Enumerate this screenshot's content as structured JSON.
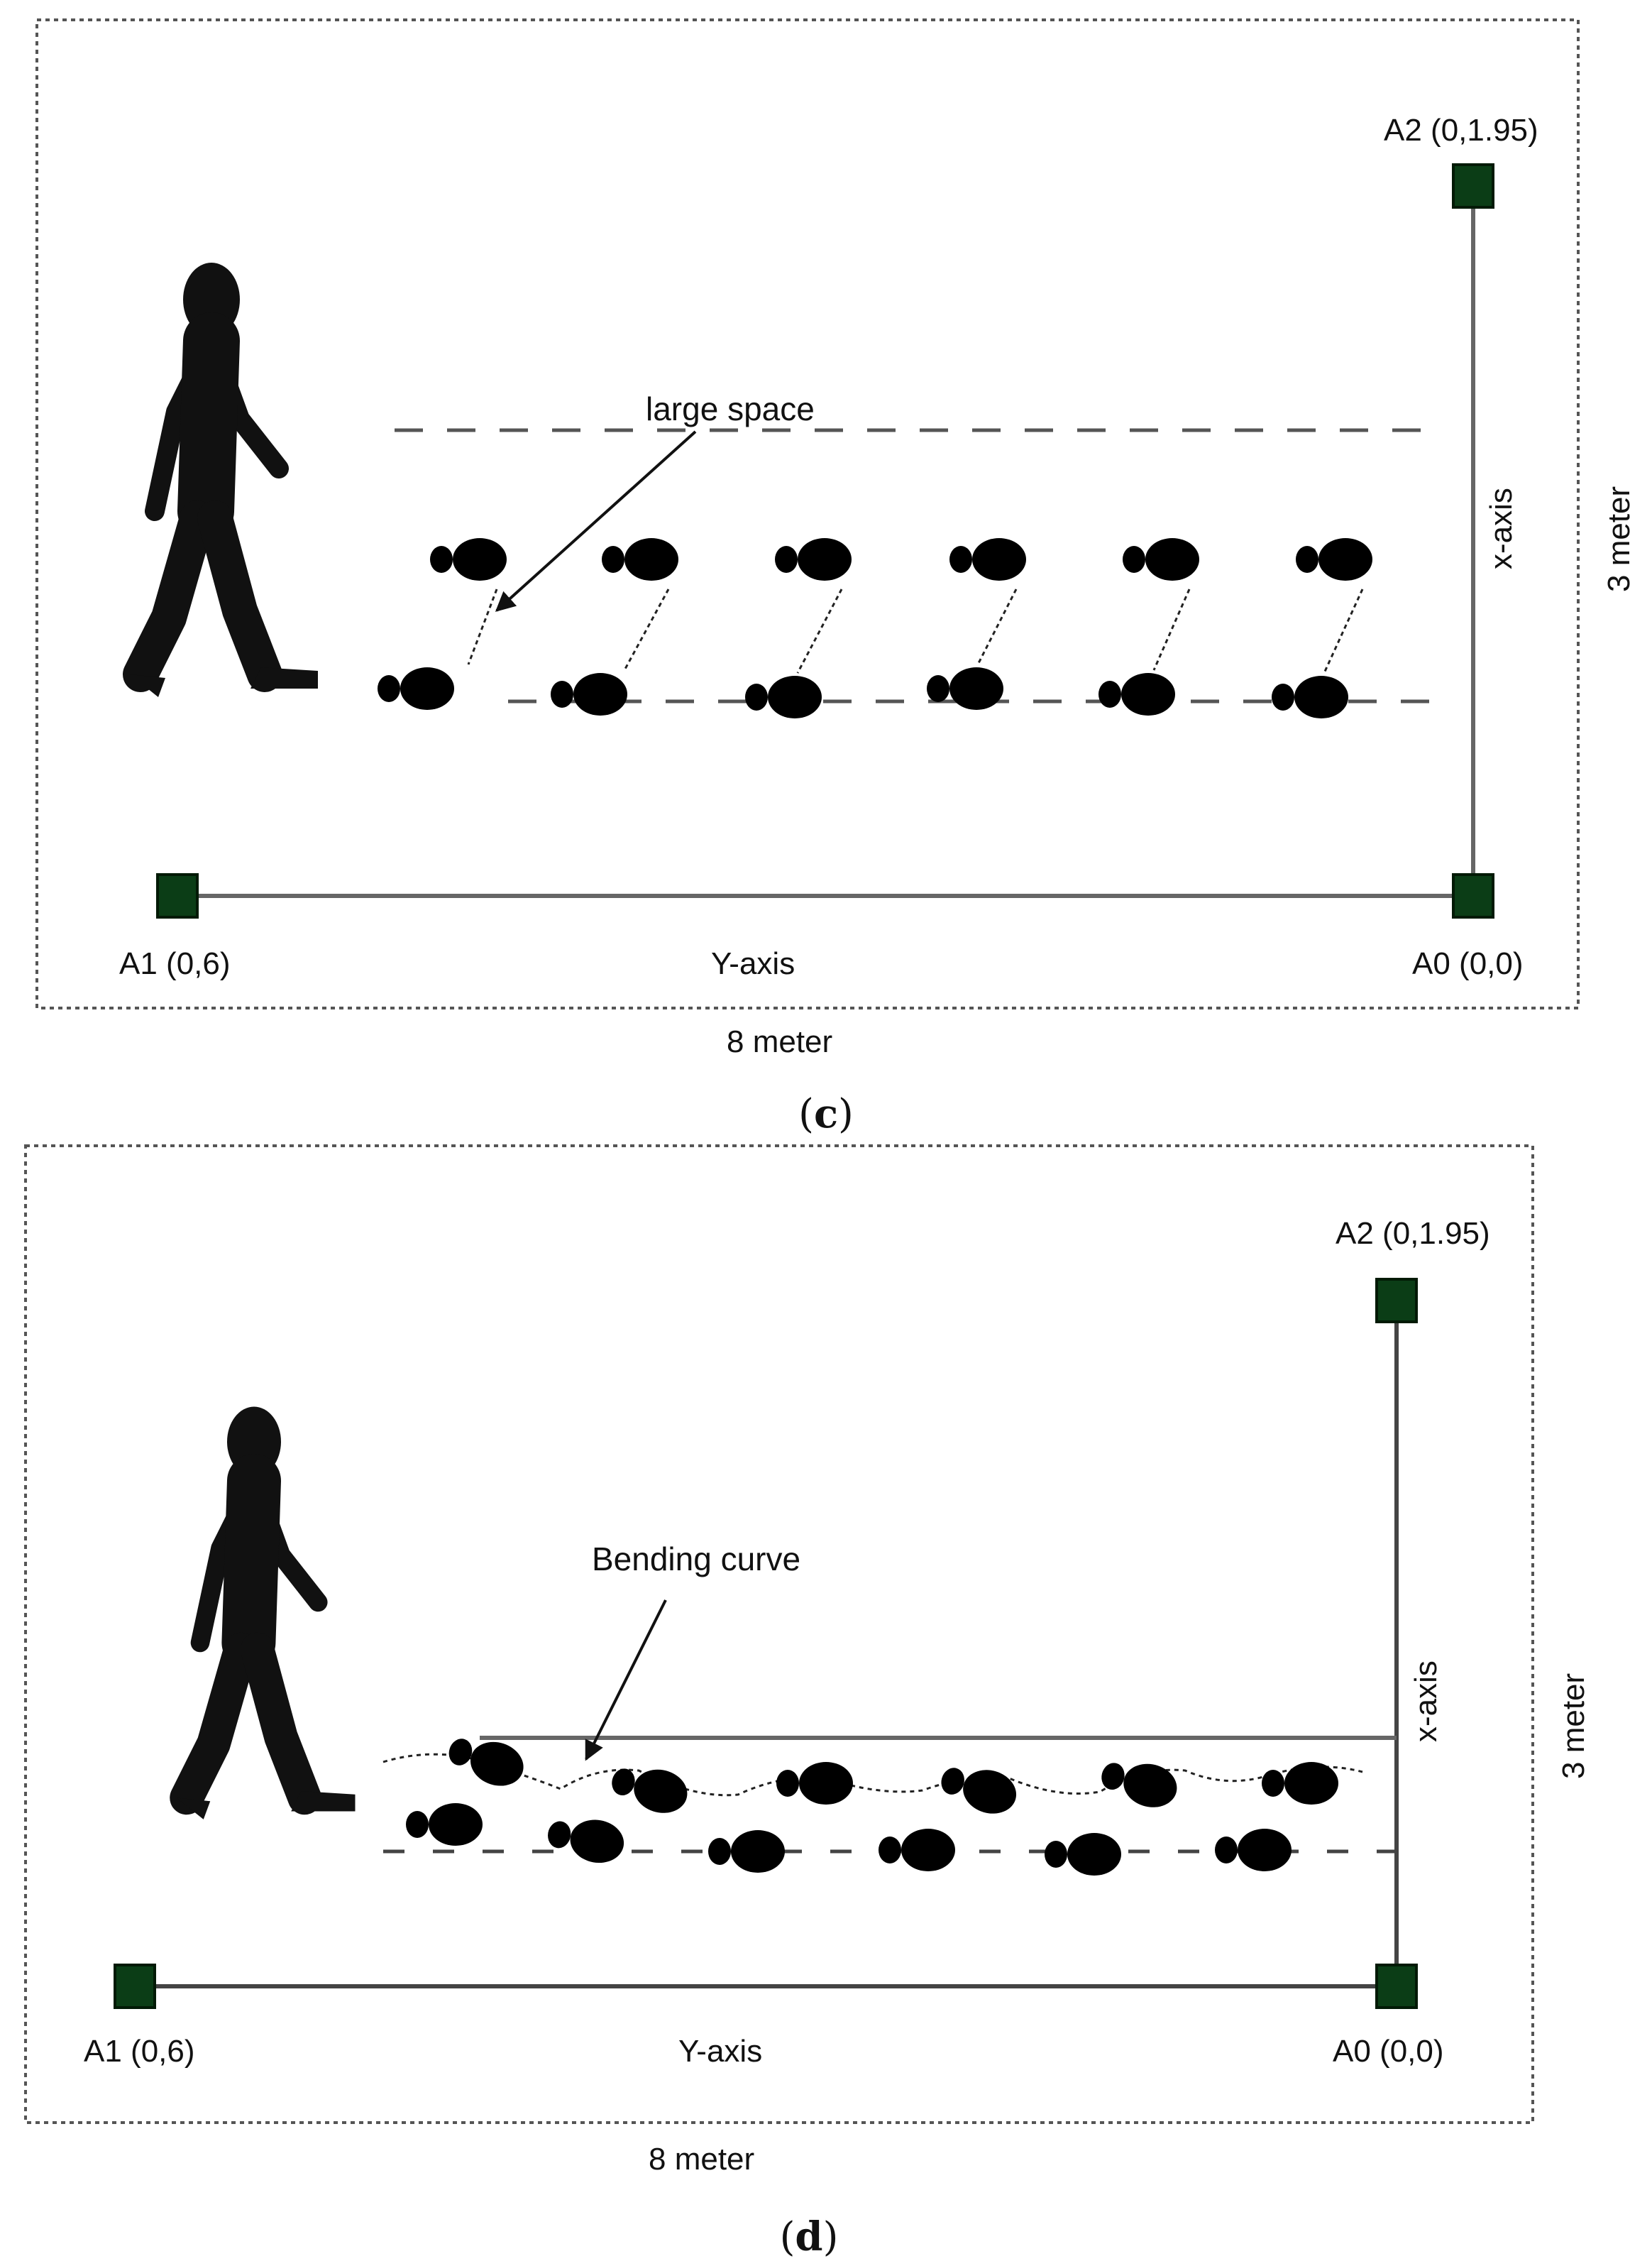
{
  "panel_c": {
    "caption": "c",
    "anchor_a0": "A0 (0,0)",
    "anchor_a1": "A1 (0,6)",
    "anchor_a2": "A2 (0,1.95)",
    "y_axis_label": "Y-axis",
    "x_axis_label": "x-axis",
    "width_label": "8 meter",
    "height_label": "3 meter",
    "annotation": "large space"
  },
  "panel_d": {
    "caption": "d",
    "anchor_a0": "A0 (0,0)",
    "anchor_a1": "A1 (0,6)",
    "anchor_a2": "A2 (0,1.95)",
    "y_axis_label": "Y-axis",
    "x_axis_label": "x-axis",
    "width_label": "8 meter",
    "height_label": "3 meter",
    "annotation": "Bending curve"
  },
  "colors": {
    "anchor_fill": "#0b3d16",
    "anchor_stroke": "#021a06",
    "footprint": "#000000",
    "axis_line": "#666666",
    "border": "#555555"
  },
  "icons": {
    "walker": "walking-person-icon",
    "footprint": "footprint-icon",
    "anchor": "anchor-node-icon"
  }
}
